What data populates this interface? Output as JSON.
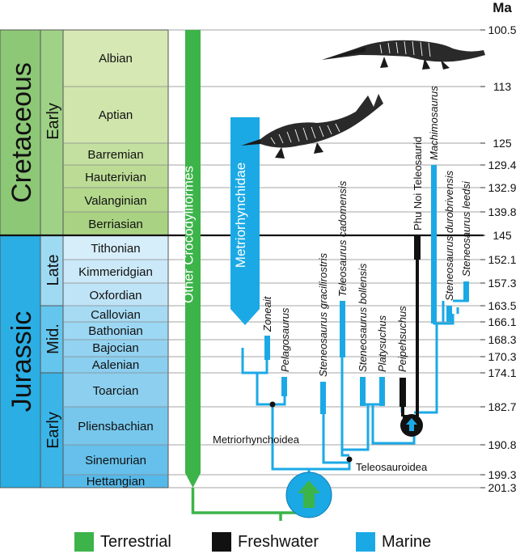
{
  "unit_label": "Ma",
  "colors": {
    "terrestrial": "#3cb44a",
    "freshwater": "#111111",
    "marine": "#1ba9e6"
  },
  "periods": [
    {
      "name": "Cretaceous",
      "color": "#8cc875"
    },
    {
      "name": "Jurassic",
      "color": "#2aaee4"
    }
  ],
  "epochs": [
    "Early",
    "Late",
    "Mid.",
    "Early"
  ],
  "stages": [
    "Albian",
    "Aptian",
    "Barremian",
    "Hauterivian",
    "Valanginian",
    "Berriasian",
    "Tithonian",
    "Kimmeridgian",
    "Oxfordian",
    "Callovian",
    "Bathonian",
    "Bajocian",
    "Aalenian",
    "Toarcian",
    "Pliensbachian",
    "Sinemurian",
    "Hettangian"
  ],
  "ages": [
    "100.5",
    "113",
    "125",
    "129.4",
    "132.9",
    "139.8",
    "145",
    "152.1",
    "157.3",
    "163.5",
    "166.1",
    "168.3",
    "170.3",
    "174.1",
    "182.7",
    "190.8",
    "199.3",
    "201.3"
  ],
  "groups": {
    "other": "Other Crocodyliformes",
    "metrio": "Metriorhynchidae"
  },
  "nodes": {
    "metriorhynchoidea": "Metriorhynchoidea",
    "teleosauroidea": "Teleosauroidea"
  },
  "taxa": [
    "Zoneait",
    "Pelagosaurus",
    "Steneosaurus gracilirostris",
    "Teleosaurus cadomensis",
    "Steneosaurus bollensis",
    "Platysuchus",
    "Peipehsuchus",
    "Phu Noi Teleosaurid",
    "Machimosaurus",
    "Steneosaurus durobrivensis",
    "Steneosaurus leedsi"
  ],
  "legend": [
    {
      "label": "Terrestrial",
      "color": "#3cb44a"
    },
    {
      "label": "Freshwater",
      "color": "#111111"
    },
    {
      "label": "Marine",
      "color": "#1ba9e6"
    }
  ]
}
